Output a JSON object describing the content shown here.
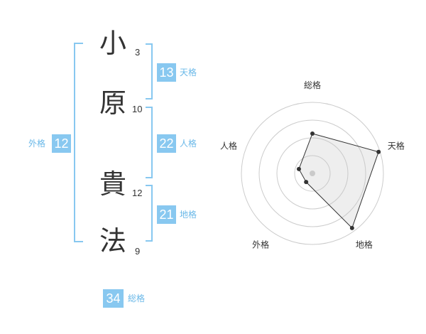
{
  "name": {
    "chars": [
      {
        "char": "小",
        "strokes": "3"
      },
      {
        "char": "原",
        "strokes": "10"
      },
      {
        "char": "貴",
        "strokes": "12"
      },
      {
        "char": "法",
        "strokes": "9"
      }
    ]
  },
  "fortunes": {
    "tenkaku": {
      "value": "13",
      "label": "天格"
    },
    "jinkaku": {
      "value": "22",
      "label": "人格"
    },
    "chikaku": {
      "value": "21",
      "label": "地格"
    },
    "gaikaku": {
      "value": "12",
      "label": "外格"
    },
    "soukaku": {
      "value": "34",
      "label": "総格"
    }
  },
  "radar": {
    "axes": [
      "総格",
      "天格",
      "地格",
      "外格",
      "人格"
    ],
    "values": [
      0.56,
      0.98,
      0.95,
      0.15,
      0.2
    ],
    "rings": 4
  },
  "colors": {
    "accent": "#88c8f0",
    "accent_text": "#6ab8e8",
    "text": "#333333"
  }
}
